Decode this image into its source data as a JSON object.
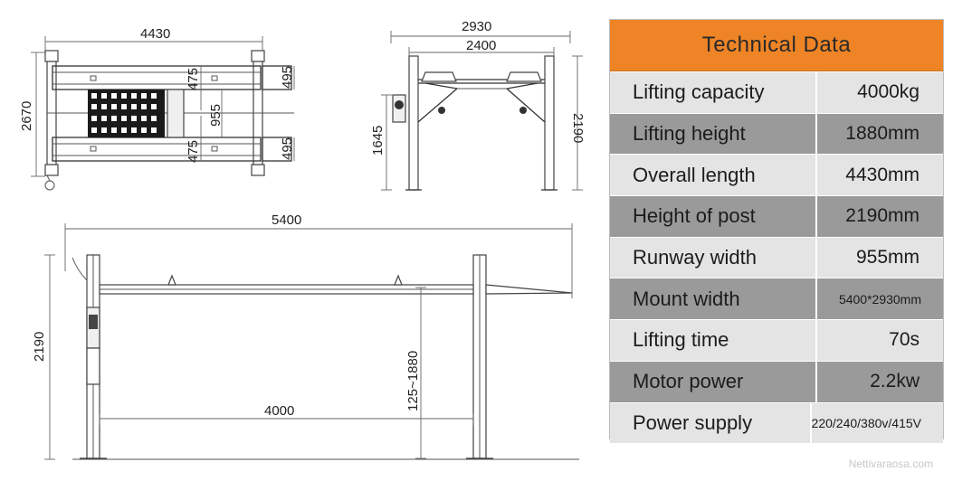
{
  "diagram": {
    "top_view": {
      "length": "4430",
      "width": "2670",
      "half_a": "475",
      "runway": "955",
      "half_b": "475",
      "ramp_a": "495",
      "ramp_b": "495"
    },
    "front_view": {
      "outer": "2930",
      "inner": "2400",
      "height": "2190",
      "unit_height": "1645"
    },
    "side_view": {
      "length": "5400",
      "height": "2190",
      "runway_length": "4000",
      "lift_range": "125~1880"
    }
  },
  "table": {
    "title": "Technical Data",
    "rows": [
      {
        "label": "Lifting capacity",
        "value": "4000kg"
      },
      {
        "label": "Lifting height",
        "value": "1880mm"
      },
      {
        "label": "Overall length",
        "value": "4430mm"
      },
      {
        "label": "Height of post",
        "value": "2190mm"
      },
      {
        "label": "Runway width",
        "value": "955mm"
      },
      {
        "label": "Mount width",
        "value": "5400*2930mm"
      },
      {
        "label": "Lifting time",
        "value": "70s"
      },
      {
        "label": "Motor power",
        "value": "2.2kw"
      },
      {
        "label": "Power supply",
        "value": "220/240/380v/415V"
      }
    ]
  },
  "watermark": "Nettivaraosa.com",
  "colors": {
    "header": "#ee8426",
    "row_light": "#e4e4e4",
    "row_dark": "#9a9a9a"
  }
}
